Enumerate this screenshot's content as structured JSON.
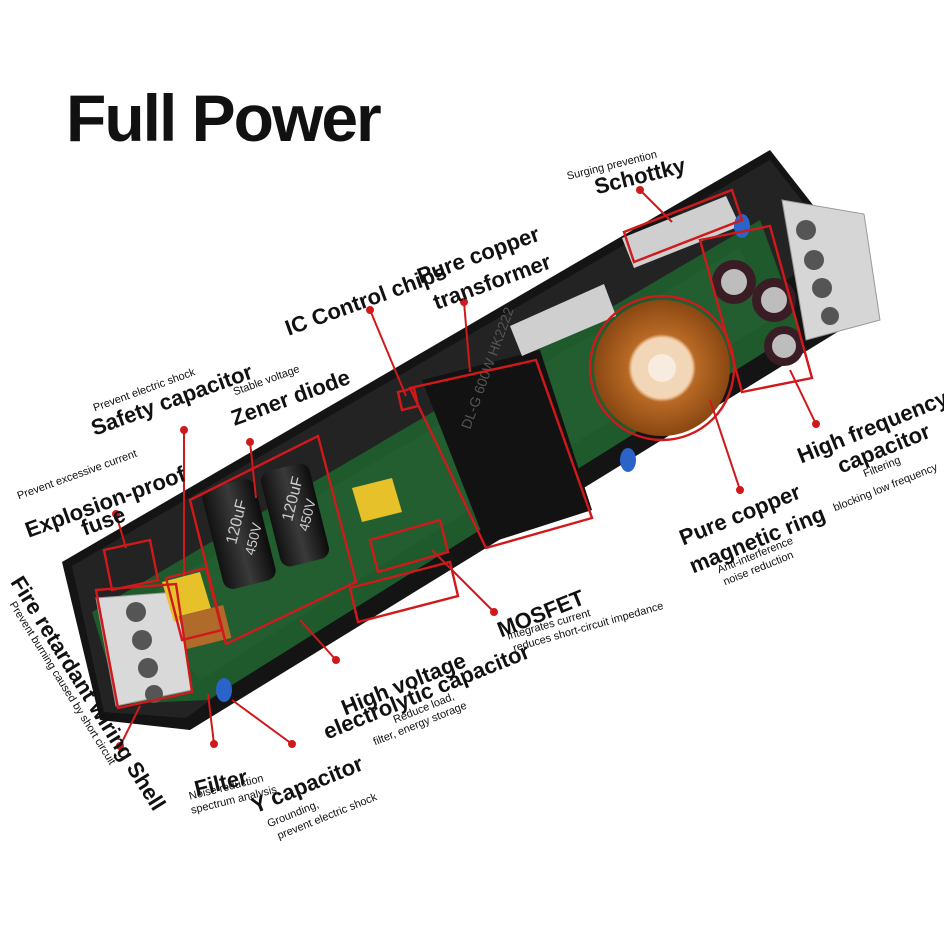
{
  "title": "Full Power",
  "colors": {
    "accent": "#d0191b",
    "board": "#1f5a2c",
    "shell": "#1a1a1a"
  },
  "board_markings": {
    "cap1_value": "120uF",
    "cap1_voltage": "450V",
    "cap2_value": "120uF",
    "cap2_voltage": "450V",
    "transformer_mark": "DL-G 600W HK2222"
  },
  "labels": {
    "schottky_note": "Surging prevention",
    "schottky": "Schottky",
    "ic_chips": "IC Control chips",
    "transformer_l1": "Pure copper",
    "transformer_l2": "transformer",
    "safety_note": "Prevent electric shock",
    "safety": "Safety capacitor",
    "zener_note": "Stable voltage",
    "zener": "Zener diode",
    "fuse_note": "Prevent excessive current",
    "fuse_l1": "Explosion-proof",
    "fuse_l2": "fuse",
    "hf_l1": "High frequency",
    "hf_l2": "capacitor",
    "hf_note_l1": "Filtering",
    "hf_note_l2": "blocking low frequency",
    "ring_l1": "Pure copper",
    "ring_l2": "magnetic ring",
    "ring_note_l1": "Anti-interference",
    "ring_note_l2": "noise reduction",
    "mosfet": "MOSFET",
    "mosfet_note_l1": "Integrates current",
    "mosfet_note_l2": "reduces short-circuit impedance",
    "hv_l1": "High voltage",
    "hv_l2": "electrolytic capacitor",
    "hv_note_l1": "Reduce load,",
    "hv_note_l2": "filter, energy storage",
    "fire_l1": "Fire retardant wiring Shell",
    "fire_l2": "Prevent burning caused by short circuit",
    "filter": "Filter",
    "filter_note_l1": "Noise reduction",
    "filter_note_l2": "spectrum analysis",
    "y_cap": "Y capacitor",
    "y_note_l1": "Grounding,",
    "y_note_l2": "prevent electric shock"
  }
}
